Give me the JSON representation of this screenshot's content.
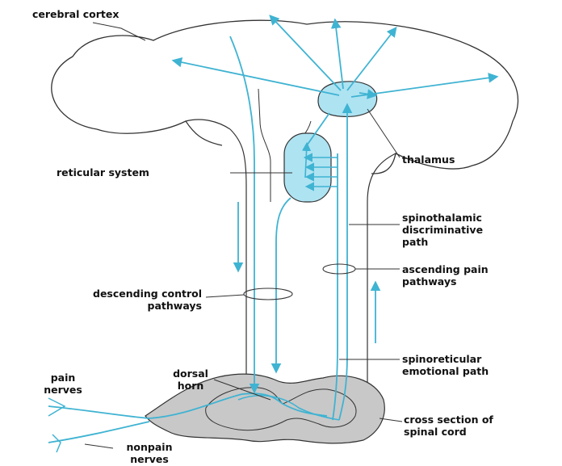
{
  "labels": {
    "cerebral_cortex": "cerebral cortex",
    "thalamus": "thalamus",
    "reticular_system": "reticular system",
    "spinothalamic": [
      "spinothalamic",
      "discriminative",
      "path"
    ],
    "ascending_pain": [
      "ascending pain",
      "pathways"
    ],
    "descending_control": [
      "descending control",
      "pathways"
    ],
    "spinoreticular": [
      "spinoreticular",
      "emotional path"
    ],
    "dorsal_horn": [
      "dorsal",
      "horn"
    ],
    "pain_nerves": [
      "pain",
      "nerves"
    ],
    "cross_section": [
      "cross section of",
      "spinal cord"
    ],
    "nonpain_nerves": [
      "nonpain",
      "nerves"
    ]
  },
  "colors": {
    "pathway": "#3fb3d2",
    "structure_fill": "#aee3f2",
    "cord_fill": "#c8c8c8",
    "outline": "#333333"
  }
}
